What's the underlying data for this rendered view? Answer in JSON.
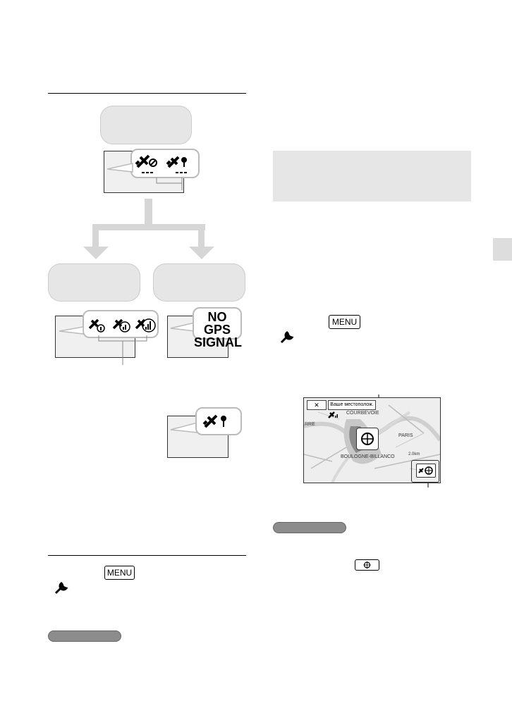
{
  "left_column": {
    "status_screen_1": {
      "icons": [
        "gps-off-icon",
        "gps-position-icon"
      ]
    },
    "status_screen_2": {
      "icons": [
        "gps-triangulating-icon",
        "gps-signal-weak-icon",
        "gps-signal-strong-icon"
      ]
    },
    "status_screen_3": {
      "text_line1": "NO GPS",
      "text_line2": "SIGNAL"
    },
    "status_screen_4": {
      "icons": [
        "gps-position-icon"
      ]
    },
    "menu_label": "MENU"
  },
  "right_column": {
    "menu_label": "MENU",
    "map": {
      "close_label": "✕",
      "location_button": "Ваше местополож.",
      "place_courbevoie": "COURBEVOIE",
      "place_paris": "PARIS",
      "place_boulogne": "BOULOGNE-BILLANCO",
      "place_rre": "RRE",
      "scale": "2.0km"
    }
  },
  "colors": {
    "accent_grey": "#e6e6e6",
    "arrow_grey": "#d6d6d6",
    "pill_grey": "#8c8c8c"
  }
}
